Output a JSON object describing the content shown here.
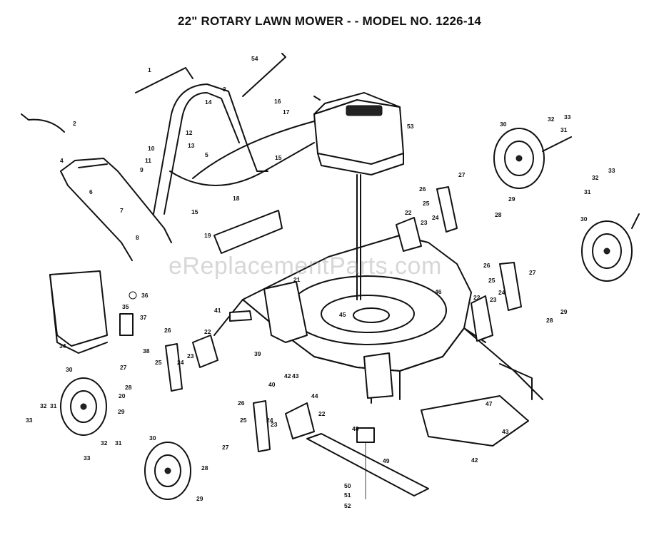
{
  "title": "22\" ROTARY LAWN MOWER - - MODEL NO. 1226-14",
  "watermark": "eReplacementParts.com",
  "callouts": [
    "1",
    "2",
    "3",
    "4",
    "5",
    "6",
    "7",
    "8",
    "9",
    "10",
    "11",
    "12",
    "13",
    "14",
    "15",
    "15",
    "16",
    "17",
    "18",
    "19",
    "20",
    "21",
    "22",
    "22",
    "22",
    "22",
    "23",
    "23",
    "23",
    "23",
    "24",
    "24",
    "24",
    "24",
    "25",
    "25",
    "25",
    "25",
    "26",
    "26",
    "26",
    "26",
    "27",
    "27",
    "27",
    "27",
    "28",
    "28",
    "28",
    "28",
    "29",
    "29",
    "29",
    "29",
    "30",
    "30",
    "30",
    "30",
    "31",
    "31",
    "31",
    "31",
    "32",
    "32",
    "32",
    "32",
    "33",
    "33",
    "33",
    "33",
    "34",
    "35",
    "36",
    "37",
    "38",
    "39",
    "40",
    "41",
    "42",
    "42",
    "43",
    "43",
    "44",
    "45",
    "46",
    "47",
    "48",
    "49",
    "50",
    "51",
    "52",
    "53",
    "54"
  ]
}
